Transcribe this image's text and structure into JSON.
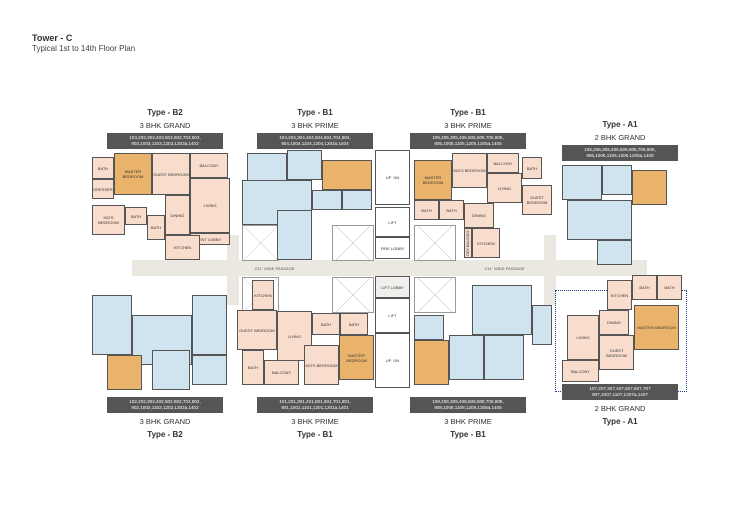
{
  "header": {
    "title": "Tower - C",
    "subtitle": "Typical 1st to 14th Floor Plan"
  },
  "units_top": [
    {
      "type": "Type - B2",
      "name": "3 BHK GRAND",
      "flats": "103,203,303,403,503,603,703,803, 903,1003,1103,1203,1203a,1403"
    },
    {
      "type": "Type - B1",
      "name": "3 BHK PRIME",
      "flats": "104,204,304,404,504,604,704,804, 904,1004,1104,1204,1204a,1404"
    },
    {
      "type": "Type - B1",
      "name": "3 BHK PRIME",
      "flats": "105,205,305,405,505,605,705,805, 905,1005,1105,1205,1205a,1405"
    },
    {
      "type": "Type - A1",
      "name": "2 BHK GRAND",
      "flats": "106,206,306,406,506,606,706,806, 906,1006,1106,1206,1206a,1406"
    }
  ],
  "units_bottom": [
    {
      "type": "Type - B2",
      "name": "3 BHK GRAND",
      "flats": "102,202,302,402,502,602,702,802, 902,1002,1102,1202,1202a,1402"
    },
    {
      "type": "Type - B1",
      "name": "3 BHK PRIME",
      "flats": "101,201,301,401,501,601,701,801, 901,1001,1101,1201,1201a,1401"
    },
    {
      "type": "Type - B1",
      "name": "3 BHK PRIME",
      "flats": "108,208,308,408,508,608,708,808, 908,1008,1108,1208,1208a,1408"
    },
    {
      "type": "Type - A1",
      "name": "2 BHK GRAND",
      "flats": "107,207,307,407,507,607,707 907,1007,1107,1207a,1407"
    }
  ],
  "rooms": {
    "master_bedroom": "MASTER BEDROOM",
    "guest_bedroom": "GUEST BEDROOM",
    "kids_bedroom": "KID'S BEDROOM",
    "balcony": "BALCONY",
    "living": "LIVING",
    "dining": "DINING",
    "kitchen": "KITCHEN",
    "bath": "BATH",
    "dresser": "DRESSER",
    "ent_lobby": "ENT LOBBY",
    "dry_balcony": "DRY BALCONY"
  },
  "core": {
    "up": "UP",
    "dn": "DN",
    "lift": "LIFT",
    "fire_lobby": "FIRE LOBBY",
    "lift_lobby": "LIFT LOBBY",
    "passage": "4'11\" WIDE PASSAGE"
  },
  "colors": {
    "bedroom": "#f9ddcc",
    "master": "#eab36b",
    "furnished": "#cfe4ef",
    "passage": "#ebe8e2"
  }
}
